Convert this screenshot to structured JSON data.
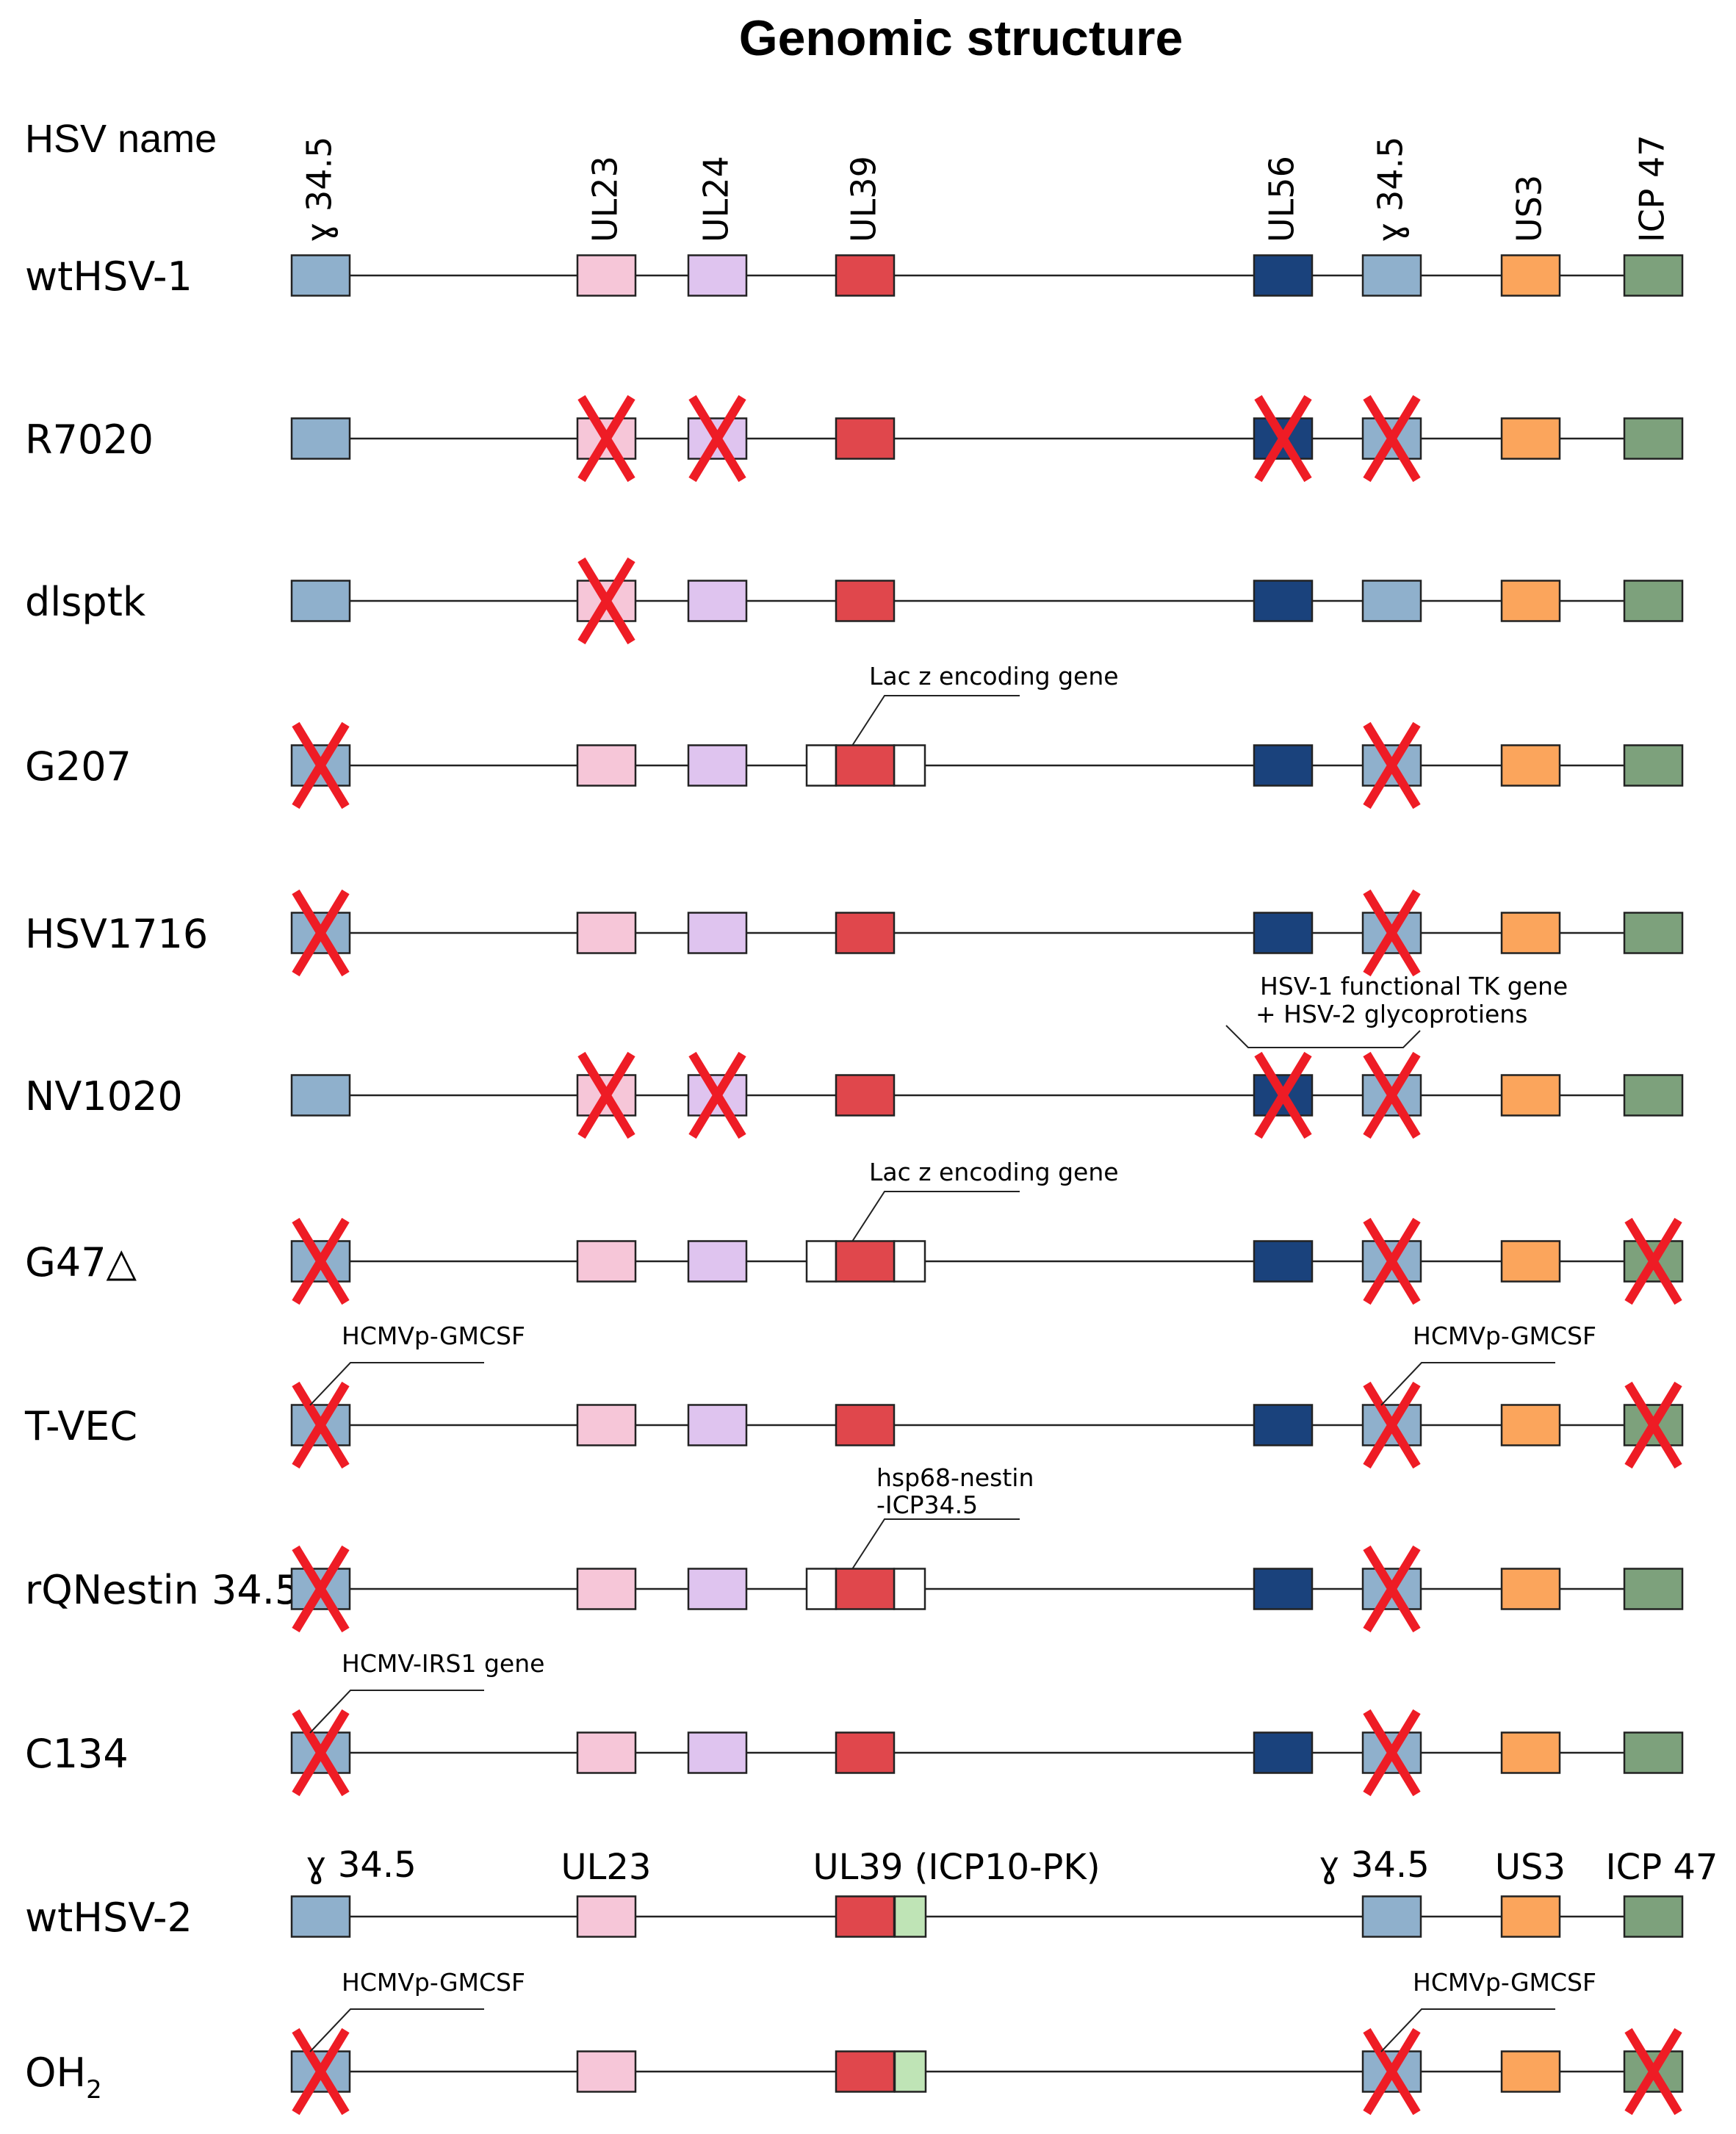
{
  "title": "Genomic structure",
  "column_header": "HSV name",
  "hsv1_gene_labels": [
    "ɣ 34.5",
    "UL23",
    "UL24",
    "UL39",
    "UL56",
    "ɣ 34.5",
    "US3",
    "ICP 47"
  ],
  "hsv2_gene_labels": [
    "ɣ 34.5",
    "UL23",
    "UL39 (ICP10-PK)",
    "ɣ 34.5",
    "US3",
    "ICP 47"
  ],
  "colors": {
    "gamma345": "#8fb0cc",
    "UL23": "#f6c6d8",
    "UL24": "#dfc4ef",
    "UL39": "#e0474c",
    "UL56": "#1a427c",
    "US3": "#fba55c",
    "ICP47": "#7da17c",
    "ICP10PK": "#bfe4b6",
    "deletion_mark": "#ee1c25"
  },
  "rows": [
    {
      "name": "wtHSV-1",
      "genes": [
        "g1",
        "UL23",
        "UL24",
        "UL39",
        "UL56",
        "g2",
        "US3",
        "ICP47"
      ],
      "deleted": [],
      "annotations": []
    },
    {
      "name": "R7020",
      "genes": [
        "g1",
        "UL23",
        "UL24",
        "UL39",
        "UL56",
        "g2",
        "US3",
        "ICP47"
      ],
      "deleted": [
        "UL23",
        "UL24",
        "UL56",
        "g2"
      ],
      "annotations": []
    },
    {
      "name": "dlsptk",
      "genes": [
        "g1",
        "UL23",
        "UL24",
        "UL39",
        "UL56",
        "g2",
        "US3",
        "ICP47"
      ],
      "deleted": [
        "UL23"
      ],
      "annotations": []
    },
    {
      "name": "G207",
      "genes": [
        "g1",
        "UL23",
        "UL24",
        "UL39",
        "UL56",
        "g2",
        "US3",
        "ICP47"
      ],
      "deleted": [
        "g1",
        "g2"
      ],
      "annotations": [
        {
          "at": "UL39",
          "text": "Lac z encoding gene"
        }
      ]
    },
    {
      "name": "HSV1716",
      "genes": [
        "g1",
        "UL23",
        "UL24",
        "UL39",
        "UL56",
        "g2",
        "US3",
        "ICP47"
      ],
      "deleted": [
        "g1",
        "g2"
      ],
      "annotations": []
    },
    {
      "name": "NV1020",
      "genes": [
        "g1",
        "UL23",
        "UL24",
        "UL39",
        "UL56",
        "g2",
        "US3",
        "ICP47"
      ],
      "deleted": [
        "UL23",
        "UL24",
        "UL56",
        "g2"
      ],
      "annotations": [
        {
          "at": "UL56-g2",
          "text": "HSV-1 functional  TK gene",
          "text2": "+ HSV-2 glycoprotiens"
        }
      ]
    },
    {
      "name": "G47△",
      "genes": [
        "g1",
        "UL23",
        "UL24",
        "UL39",
        "UL56",
        "g2",
        "US3",
        "ICP47"
      ],
      "deleted": [
        "g1",
        "g2",
        "ICP47"
      ],
      "annotations": [
        {
          "at": "UL39",
          "text": "Lac z encoding gene"
        }
      ]
    },
    {
      "name": "T-VEC",
      "genes": [
        "g1",
        "UL23",
        "UL24",
        "UL39",
        "UL56",
        "g2",
        "US3",
        "ICP47"
      ],
      "deleted": [
        "g1",
        "g2",
        "ICP47"
      ],
      "annotations": [
        {
          "at": "g1",
          "text": "HCMVp-GMCSF"
        },
        {
          "at": "g2",
          "text": "HCMVp-GMCSF"
        }
      ]
    },
    {
      "name": "rQNestin 34.5",
      "genes": [
        "g1",
        "UL23",
        "UL24",
        "UL39",
        "UL56",
        "g2",
        "US3",
        "ICP47"
      ],
      "deleted": [
        "g1",
        "g2"
      ],
      "annotations": [
        {
          "at": "UL39",
          "text": "hsp68-nestin",
          "text2": "-ICP34.5"
        }
      ]
    },
    {
      "name": "C134",
      "genes": [
        "g1",
        "UL23",
        "UL24",
        "UL39",
        "UL56",
        "g2",
        "US3",
        "ICP47"
      ],
      "deleted": [
        "g1",
        "g2"
      ],
      "annotations": [
        {
          "at": "g1",
          "text": "HCMV-IRS1 gene"
        }
      ]
    },
    {
      "name": "wtHSV-2",
      "genes": [
        "g1",
        "UL23",
        "UL39",
        "ICP10PK",
        "g2",
        "US3",
        "ICP47"
      ],
      "deleted": [],
      "annotations": []
    },
    {
      "name": "OH",
      "name_sub": "2",
      "genes": [
        "g1",
        "UL23",
        "UL39",
        "ICP10PK",
        "g2",
        "US3",
        "ICP47"
      ],
      "deleted": [
        "g1",
        "g2",
        "ICP47"
      ],
      "annotations": [
        {
          "at": "g1",
          "text": "HCMVp-GMCSF"
        },
        {
          "at": "g2",
          "text": "HCMVp-GMCSF"
        }
      ]
    }
  ]
}
